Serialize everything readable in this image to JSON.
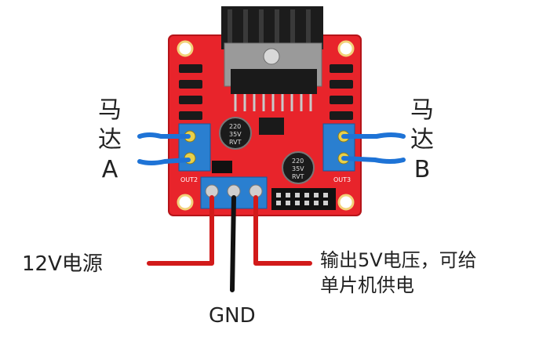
{
  "labels": {
    "motor_a": {
      "line1": "马",
      "line2": "达",
      "line3": "A"
    },
    "motor_b": {
      "line1": "马",
      "line2": "达",
      "line3": "B"
    },
    "power_12v": "12V电源",
    "gnd": "GND",
    "output_5v": {
      "line1": "输出5V电压，可给",
      "line2": "单片机供电"
    }
  },
  "board": {
    "capacitor_text": {
      "line1": "220",
      "line2": "35V",
      "line3": "RVT"
    },
    "out2": "OUT2",
    "out3": "OUT3"
  },
  "colors": {
    "board": "#e8242b",
    "terminal": "#2a7fd0",
    "wire_blue": "#1e73d6",
    "wire_red": "#d21a1a",
    "wire_black": "#111111"
  }
}
